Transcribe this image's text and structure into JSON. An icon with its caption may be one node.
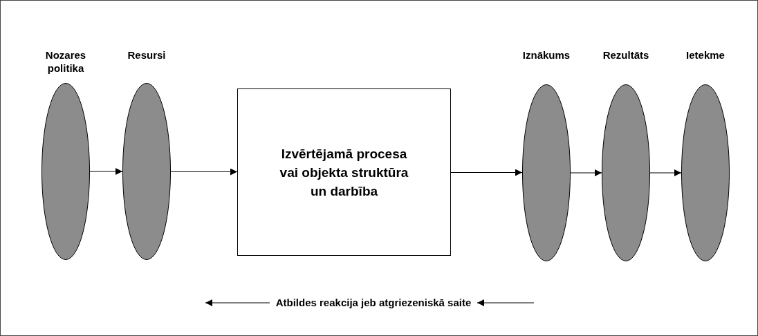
{
  "diagram": {
    "nodes": [
      {
        "text": [
          "Nozares politika"
        ]
      },
      {
        "text": [
          "Resursi"
        ]
      },
      {
        "text": [
          "Izvērtējamā procesa vai objekta struktūra un darbība"
        ]
      },
      {
        "text": [
          "Iznākums"
        ]
      },
      {
        "text": [
          "Rezultāts"
        ]
      },
      {
        "text": [
          "Ietekme"
        ]
      },
      {
        "text": [
          "Atbildes reakcija jeb atgriezeniskā saite"
        ]
      }
    ],
    "edges": [
      {
        "from": 0,
        "to": 1,
        "arrow": "to"
      },
      {
        "from": 1,
        "to": 2,
        "arrow": "to"
      },
      {
        "from": 2,
        "to": 3,
        "arrow": "to"
      },
      {
        "from": 3,
        "to": 4,
        "arrow": "to"
      },
      {
        "from": 4,
        "to": 5,
        "arrow": "to"
      },
      {
        "from": null,
        "to": 6,
        "arrow": "to"
      },
      {
        "from": 6,
        "to": null,
        "arrow": "to"
      }
    ]
  }
}
